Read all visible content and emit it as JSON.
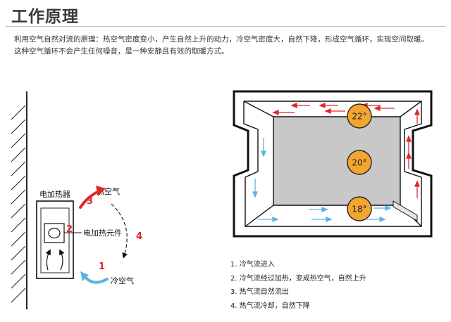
{
  "title": "工作原理",
  "description": [
    "利用空气自然对流的原理：热空气密度变小，产生自然上升的动力，冷空气密度大，自然下降，形成空气循环，实现空间取暖。",
    "这种空气循环不会产生任何噪音，是一种安静且有效的取暖方式。"
  ],
  "left_diagram": {
    "heater_label": "电加热器",
    "element_label": "电加热元件",
    "hot_air_label": "热空气",
    "cold_air_label": "冷空气",
    "step_numbers": [
      "1",
      "2",
      "3",
      "4"
    ]
  },
  "room_diagram": {
    "temperatures": [
      "22°",
      "20°",
      "18°"
    ]
  },
  "legend": [
    "1. 冷气流进入",
    "2. 冷气流经过加热，变成热空气，自然上升",
    "3. 热气流自然流出",
    "4. 热气流冷却，自然下降"
  ],
  "colors": {
    "red_arrow": "#e0272b",
    "blue_arrow": "#5cb3e3",
    "step_number": "#e0272b",
    "temperature_fill": "#f2a531",
    "room_floor": "#c8c8c8",
    "room_wall": "#ffffff"
  }
}
